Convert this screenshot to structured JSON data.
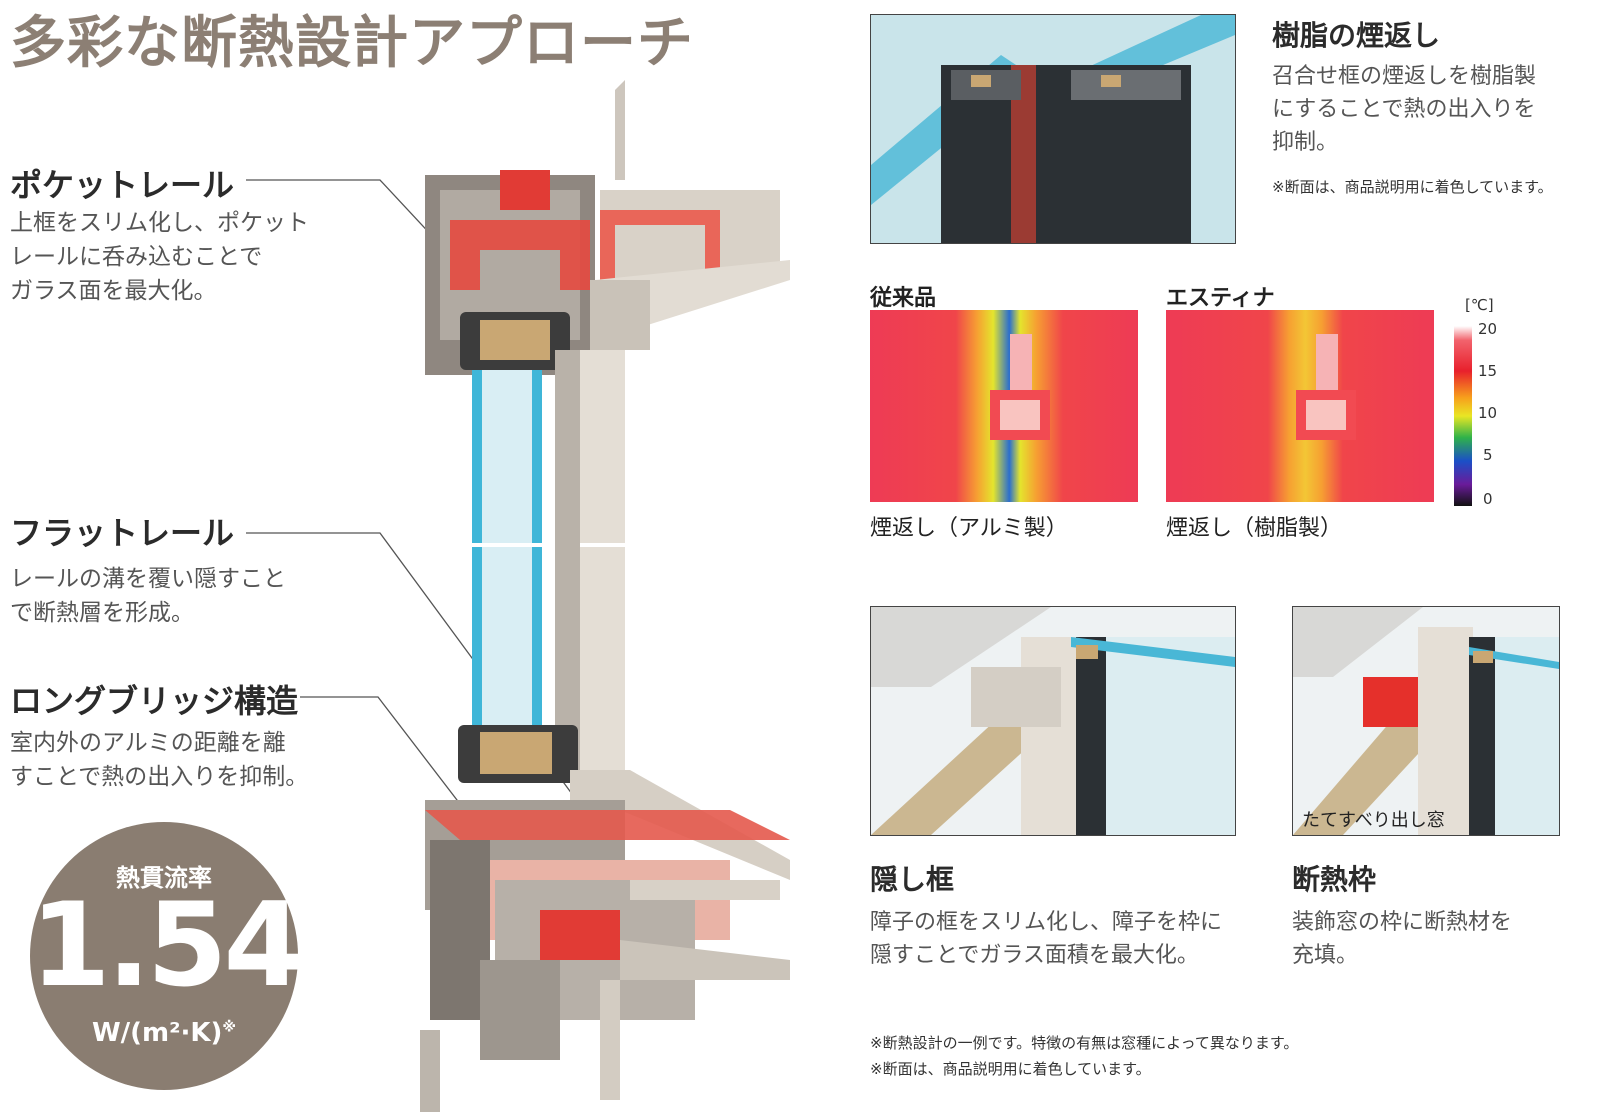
{
  "title": "多彩な断熱設計アプローチ",
  "features": {
    "pocket_rail": {
      "title": "ポケットレール",
      "desc": [
        "上框をスリム化し、ポケット",
        "レールに呑み込むことで",
        "ガラス面を最大化。"
      ]
    },
    "flat_rail": {
      "title": "フラットレール",
      "desc": [
        "レールの溝を覆い隠すこと",
        "で断熱層を形成。"
      ]
    },
    "long_bridge": {
      "title": "ロングブリッジ構造",
      "desc": [
        "室内外のアルミの距離を離",
        "すことで熱の出入りを抑制。"
      ]
    }
  },
  "badge": {
    "label": "熱貫流率",
    "value": "1.54",
    "unit": "W/(m²·K)",
    "mark": "※"
  },
  "resin": {
    "title": "樹脂の煙返し",
    "desc": [
      "召合せ框の煙返しを樹脂製",
      "にすることで熱の出入りを",
      "抑制。"
    ],
    "note": "※断面は、商品説明用に着色しています。"
  },
  "thermo": {
    "left_label": "従来品",
    "right_label": "エスティナ",
    "left_caption": "煙返し（アルミ製）",
    "right_caption": "煙返し（樹脂製）",
    "unit": "[℃]",
    "scale": [
      "20",
      "15",
      "10",
      "5",
      "0"
    ]
  },
  "hidden_frame": {
    "title": "隠し框",
    "desc": [
      "障子の框をスリム化し、障子を枠に",
      "隠すことでガラス面積を最大化。"
    ]
  },
  "insul_frame": {
    "title": "断熱枠",
    "desc": [
      "装飾窓の枠に断熱材を",
      "充填。"
    ],
    "photo_label": "たてすべり出し窓"
  },
  "footnotes": [
    "※断熱設計の一例です。特徴の有無は窓種によって異なります。",
    "※断面は、商品説明用に着色しています。"
  ],
  "colors": {
    "title": "#8c7f74",
    "badge": "#8a7d71",
    "highlight": "#e8463c",
    "glass": "#3fb6d8"
  }
}
